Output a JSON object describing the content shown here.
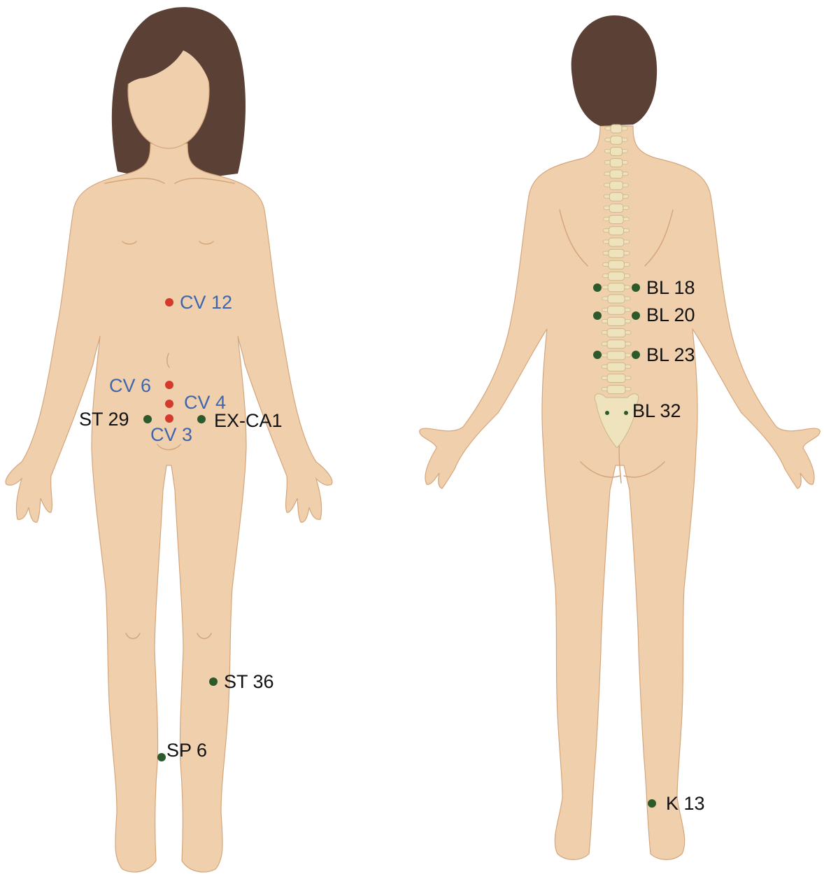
{
  "colors": {
    "skin": "#f0cfad",
    "skin_shade": "#e3b78f",
    "skin_line": "#d4a67c",
    "hair": "#5b4036",
    "spine": "#efe3bd",
    "spine_line": "#c9b98a",
    "point_red": "#d33a2c",
    "point_green": "#2d5a2a",
    "label_blue": "#3f66ad",
    "label_dark": "#111111"
  },
  "front_view": {
    "points": [
      {
        "id": "cv12",
        "label": "CV 12",
        "color": "red"
      },
      {
        "id": "cv6",
        "label": "CV 6",
        "color": "red"
      },
      {
        "id": "cv4",
        "label": "CV 4",
        "color": "red"
      },
      {
        "id": "cv3",
        "label": "CV 3",
        "color": "red"
      },
      {
        "id": "st29",
        "label": "ST 29",
        "color": "green"
      },
      {
        "id": "exca1",
        "label": "EX-CA1",
        "color": "green"
      },
      {
        "id": "st36",
        "label": "ST 36",
        "color": "green"
      },
      {
        "id": "sp6",
        "label": "SP 6",
        "color": "green"
      }
    ]
  },
  "back_view": {
    "points": [
      {
        "id": "bl18",
        "label": "BL 18",
        "color": "green"
      },
      {
        "id": "bl20",
        "label": "BL 20",
        "color": "green"
      },
      {
        "id": "bl23",
        "label": "BL 23",
        "color": "green"
      },
      {
        "id": "bl32",
        "label": "BL 32",
        "color": "green"
      },
      {
        "id": "k13",
        "label": "K 13",
        "color": "green"
      }
    ]
  }
}
